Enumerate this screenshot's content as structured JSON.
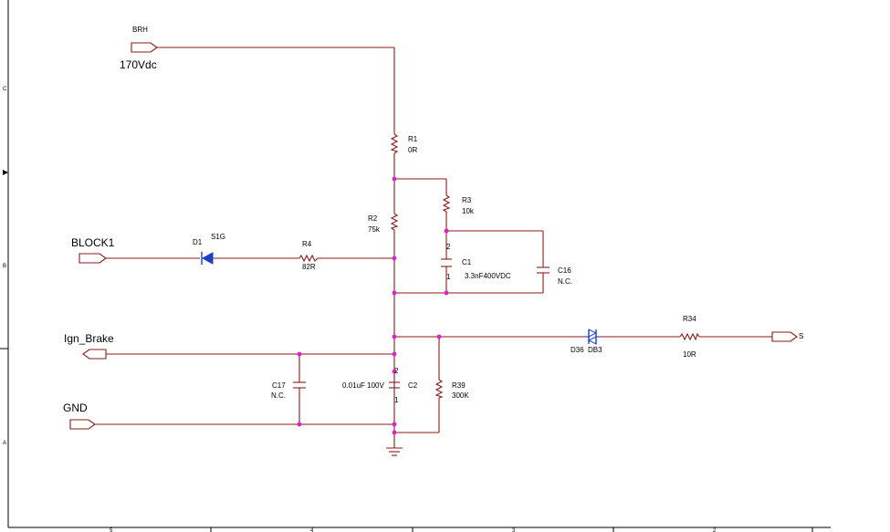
{
  "ports": {
    "brh": "BRH",
    "brh_voltage": "170Vdc",
    "block1": "BLOCK1",
    "ign_brake": "Ign_Brake",
    "gnd": "GND",
    "s": "S"
  },
  "components": {
    "r1": {
      "ref": "R1",
      "value": "0R"
    },
    "r2": {
      "ref": "R2",
      "value": "75k"
    },
    "r3": {
      "ref": "R3",
      "value": "10k"
    },
    "r4": {
      "ref": "R4",
      "value": "82R"
    },
    "r34": {
      "ref": "R34",
      "value": "10R"
    },
    "r39": {
      "ref": "R39",
      "value": "300K"
    },
    "c1": {
      "ref": "C1",
      "value": "3.3nF400VDC",
      "pin2": "2",
      "pin1": "1"
    },
    "c16": {
      "ref": "C16",
      "value": "N.C."
    },
    "c17": {
      "ref": "C17",
      "value": "N.C."
    },
    "c2": {
      "ref": "C2",
      "value": "0.01uF 100V",
      "pin2": "2",
      "pin1": "1"
    },
    "d1": {
      "ref": "D1",
      "value": "S1G"
    },
    "d36": {
      "ref": "D36",
      "value": "DB3"
    }
  },
  "frame": {
    "row_labels": [
      "C",
      "B",
      "A"
    ],
    "col_labels": [
      "5",
      "4",
      "3",
      "2"
    ]
  },
  "colors": {
    "wire": "#8b1a1a",
    "junction": "#e020c8",
    "diode": "#1f3fbf",
    "text": "#000000"
  }
}
